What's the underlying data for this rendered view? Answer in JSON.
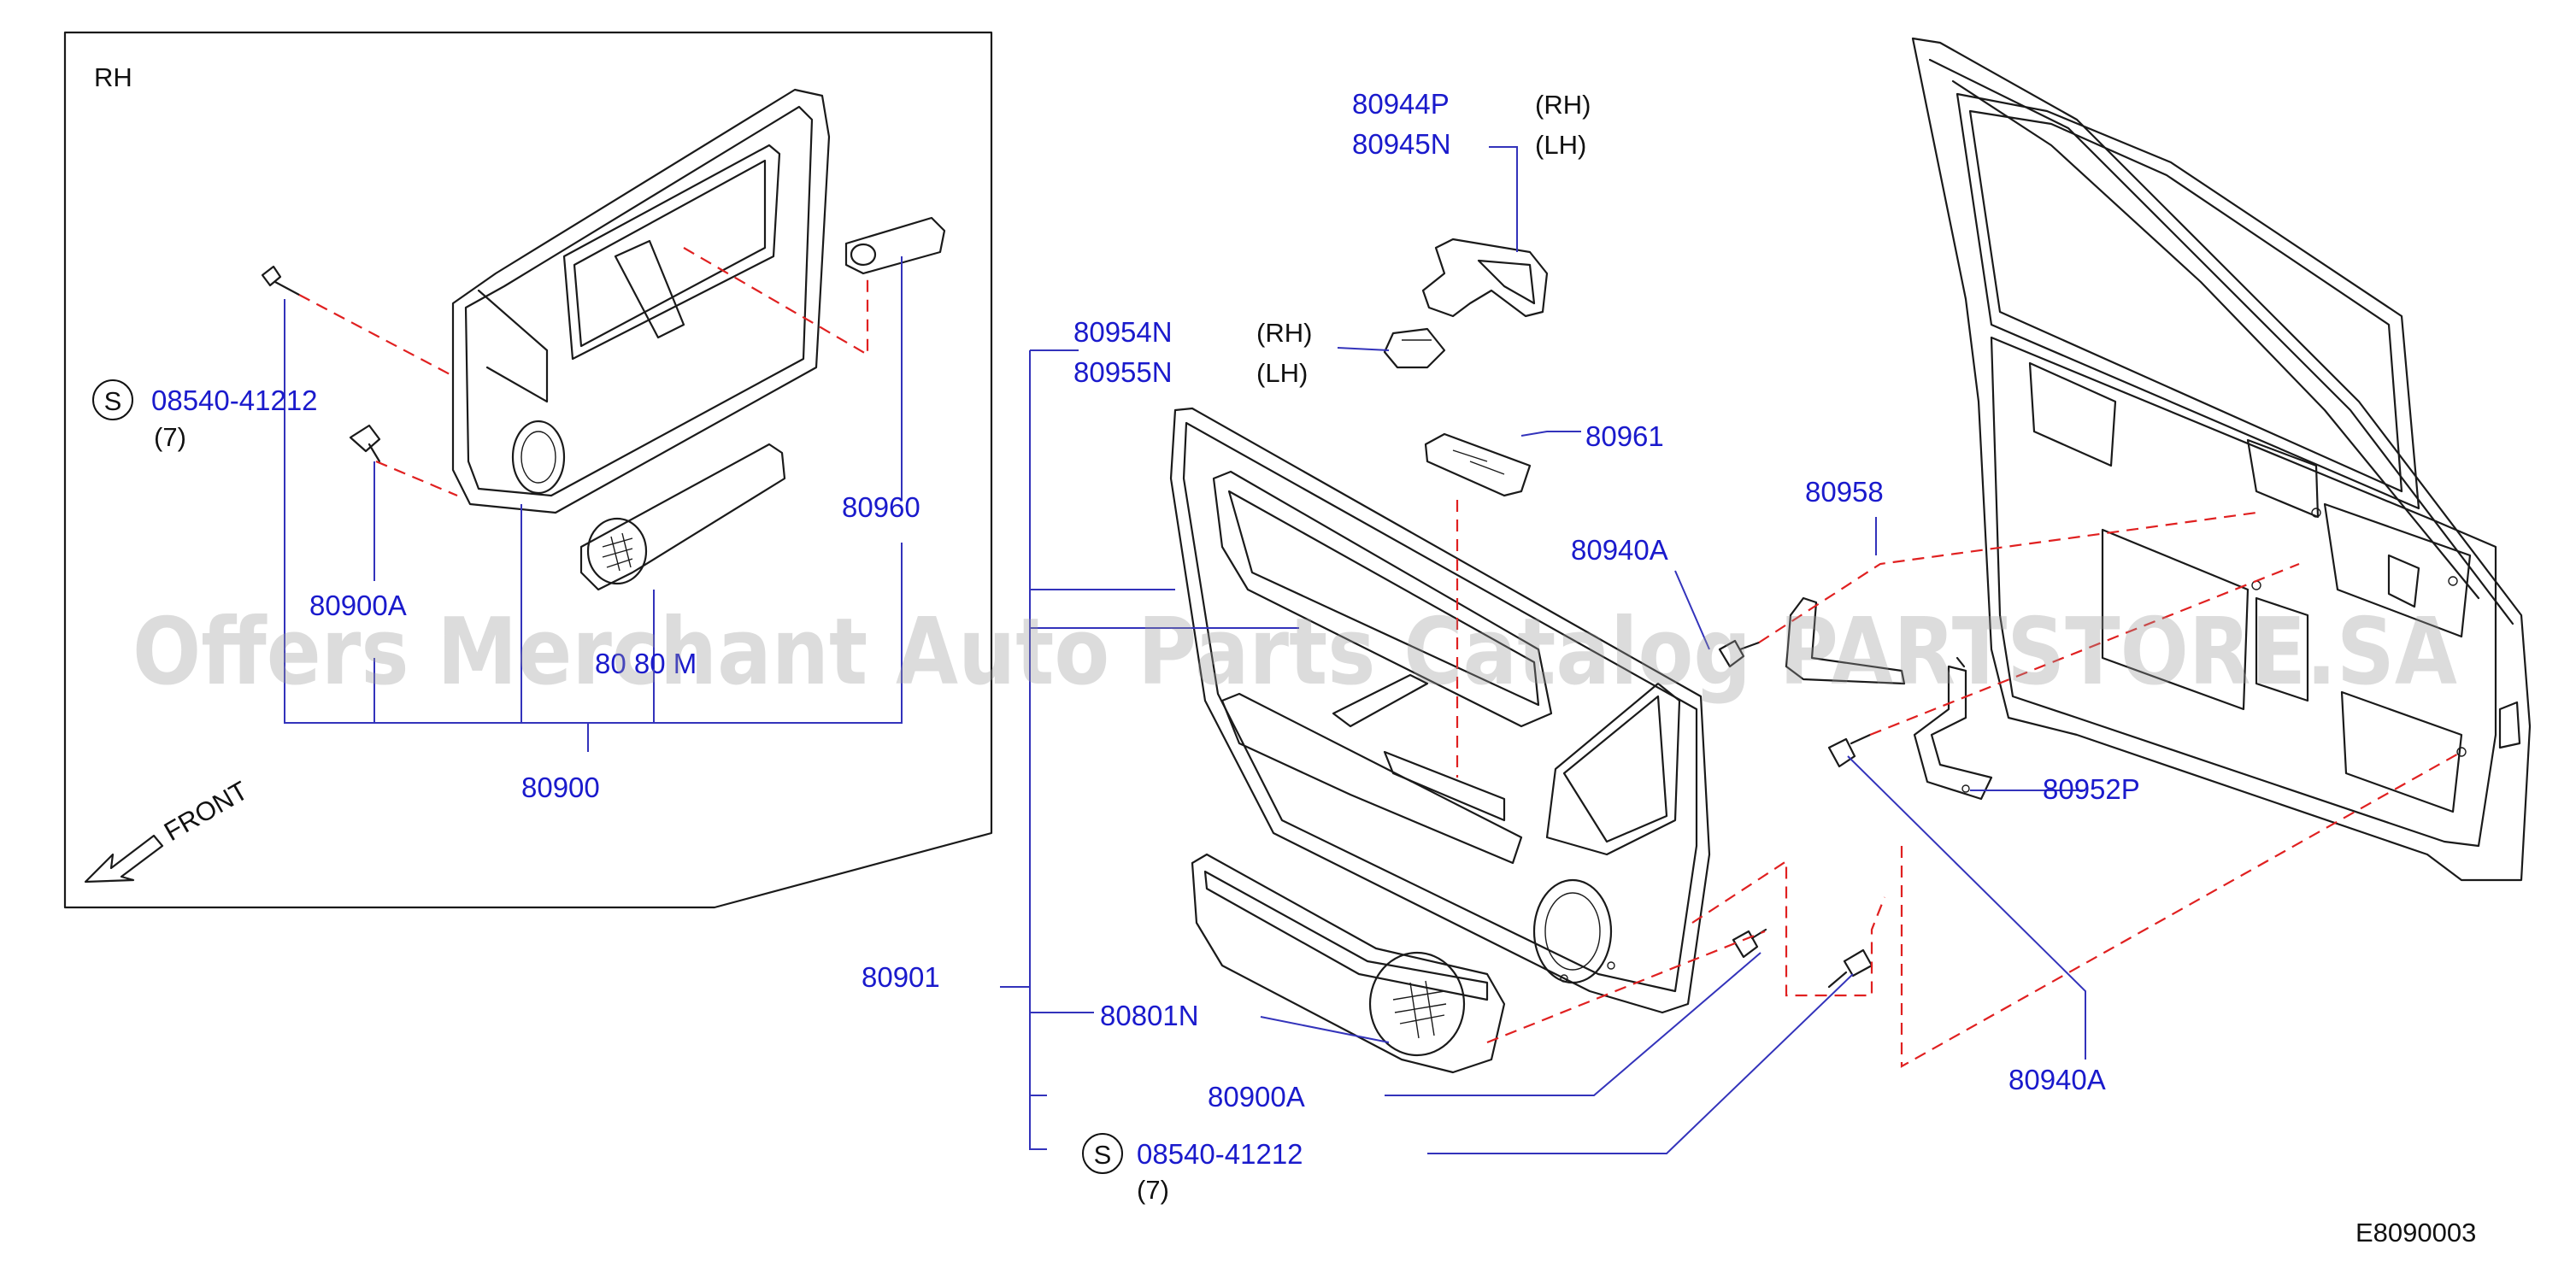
{
  "inset": {
    "region_label": "RH",
    "front_label": "FRONT",
    "parts": {
      "p80900": "80900",
      "p80900A": "80900A",
      "p80960": "80960",
      "p80801_partial": "80 80 M",
      "screw_symbol": "S",
      "screw_part": "08540-41212",
      "screw_qty": "(7)"
    }
  },
  "main": {
    "p80944P": "80944P",
    "p80944P_side": "(RH)",
    "p80945N": "80945N",
    "p80945N_side": "(LH)",
    "p80954N": "80954N",
    "p80954N_side": "(RH)",
    "p80955N": "80955N",
    "p80955N_side": "(LH)",
    "p80961": "80961",
    "p80940A_top": "80940A",
    "p80958": "80958",
    "p80952P": "80952P",
    "p80940A_bottom": "80940A",
    "p80901": "80901",
    "p80801N": "80801N",
    "p80900A": "80900A",
    "screw_symbol": "S",
    "screw_part": "08540-41212",
    "screw_qty": "(7)"
  },
  "watermark": "Offers Merchant Auto Parts Catalog PARTSTORE.SA",
  "diagram_code": "E8090003",
  "colors": {
    "label": "#1a1acc",
    "dashed_leader": "#e02020",
    "line": "#1a1a1a"
  }
}
